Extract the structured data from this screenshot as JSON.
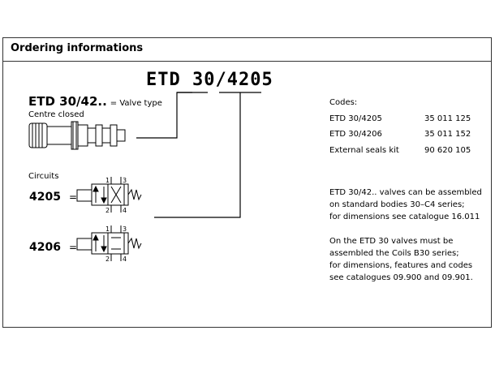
{
  "title": "Ordering informations",
  "main_code": "ETD 30/4205",
  "valve_type": {
    "code": "ETD 30/42..",
    "label": "= Valve type"
  },
  "centre_label": "Centre closed",
  "circuits_label": "Circuits",
  "circuit_4205": {
    "code": "4205",
    "eq": "="
  },
  "circuit_4206": {
    "code": "4206",
    "eq": "="
  },
  "port_labels": {
    "p1": "1",
    "p3": "3",
    "p2": "2",
    "p4": "4"
  },
  "codes": {
    "label": "Codes:",
    "rows": [
      {
        "name": "ETD 30/4205",
        "value": "35 011 125"
      },
      {
        "name": "ETD 30/4206",
        "value": "35 011 152"
      },
      {
        "name": "External seals kit",
        "value": "90 620 105"
      }
    ]
  },
  "notes": [
    [
      "ETD 30/42.. valves can be assembled",
      "on standard bodies 30–C4 series;",
      "for dimensions see catalogue 16.011"
    ],
    [
      "On the ETD 30 valves must be",
      "assembled the Coils B30 series;",
      "for dimensions, features and codes",
      "see catalogues 09.900 and 09.901."
    ]
  ]
}
